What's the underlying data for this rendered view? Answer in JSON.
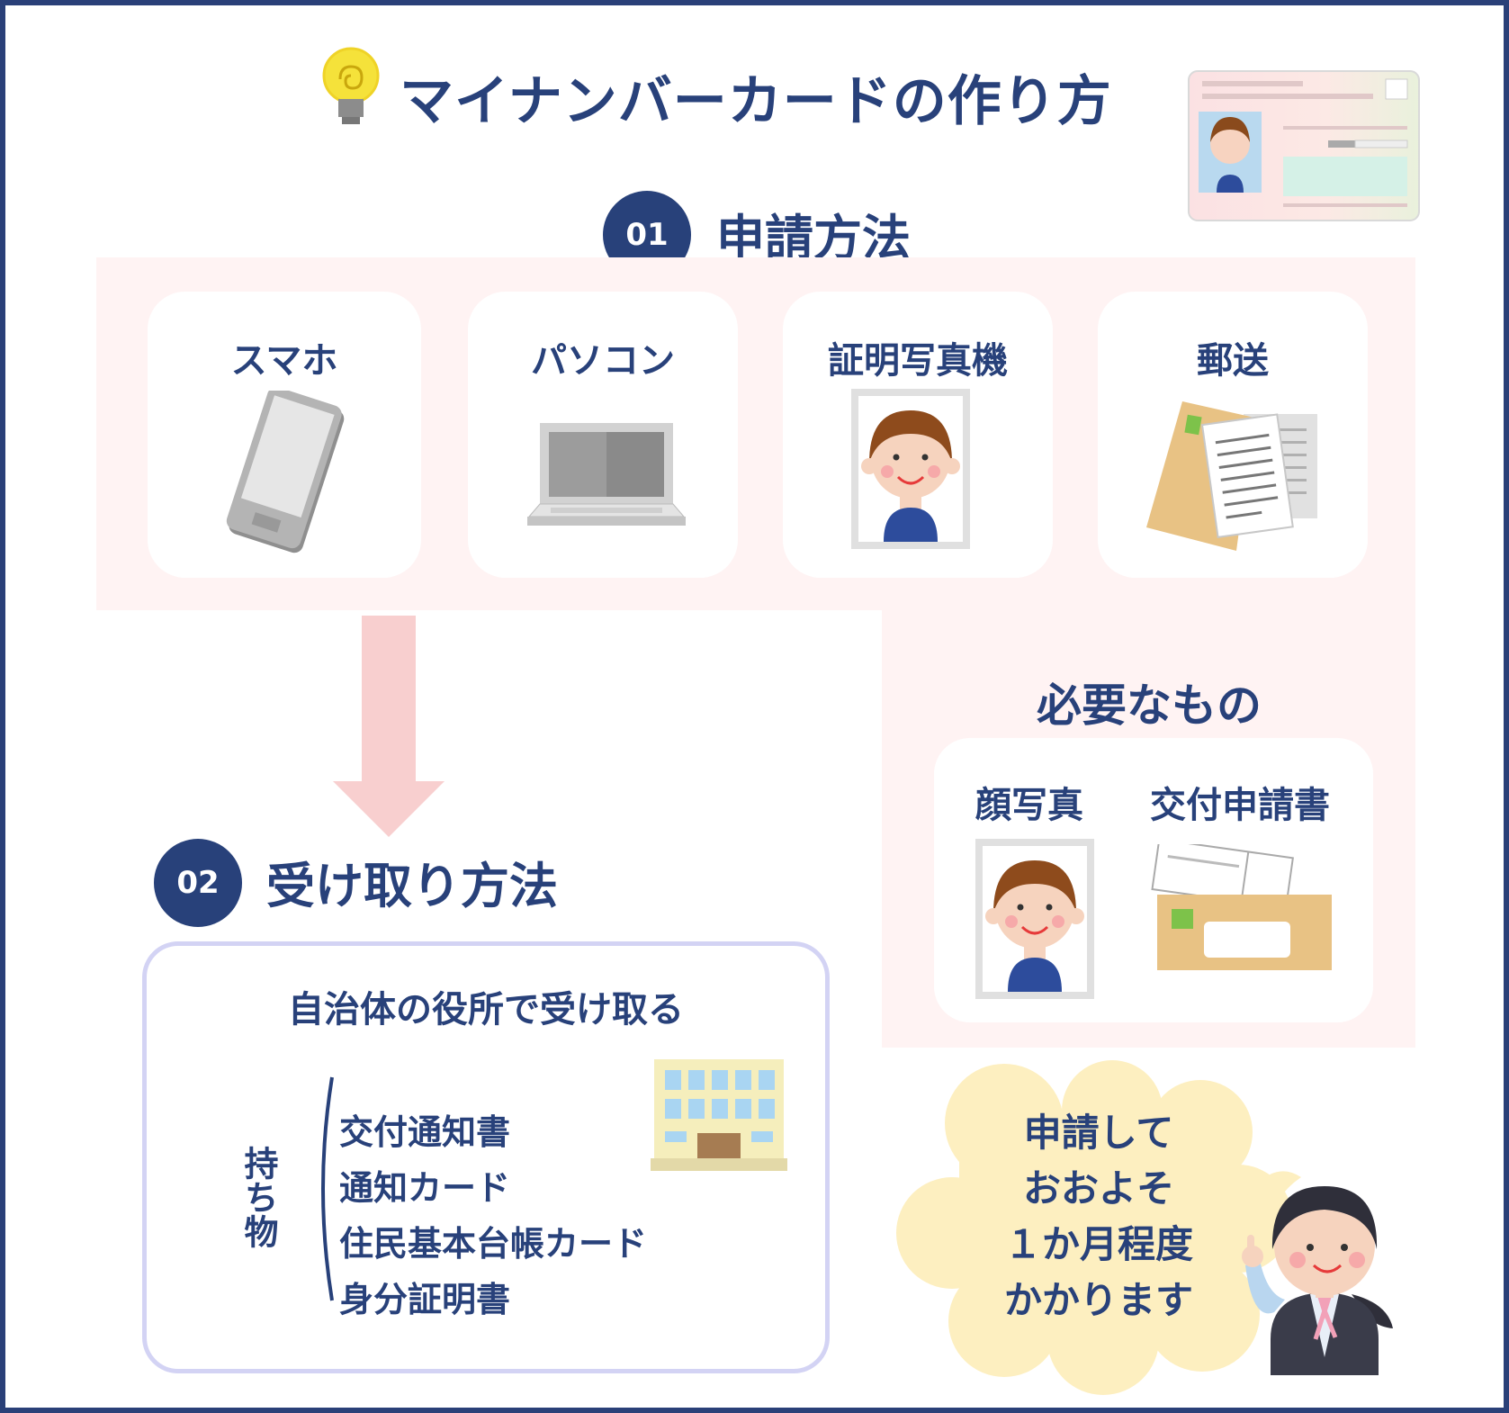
{
  "title": "マイナンバーカードの作り方",
  "step1": {
    "number": "01",
    "title": "申請方法",
    "methods": [
      {
        "label": "スマホ",
        "icon": "smartphone-icon"
      },
      {
        "label": "パソコン",
        "icon": "laptop-icon"
      },
      {
        "label": "証明写真機",
        "icon": "photo-booth-icon"
      },
      {
        "label": "郵送",
        "icon": "mail-icon"
      }
    ]
  },
  "requirements": {
    "title": "必要なもの",
    "items": [
      {
        "label": "顔写真",
        "icon": "face-photo-icon"
      },
      {
        "label": "交付申請書",
        "icon": "application-form-icon"
      }
    ]
  },
  "step2": {
    "number": "02",
    "title": "受け取り方法",
    "box_title": "自治体の役所で受け取る",
    "bring_label": "持ち物",
    "bring_items": [
      "交付通知書",
      "通知カード",
      "住民基本台帳カード",
      "身分証明書"
    ]
  },
  "bubble": {
    "lines": [
      "申請して",
      "おおよそ",
      "１か月程度",
      "かかります"
    ]
  },
  "colors": {
    "navy": "#28417a",
    "pink_panel": "#fff3f3",
    "arrow": "#f8cfcf",
    "bubble": "#fdefc0",
    "box_border": "#d3d3f4"
  }
}
